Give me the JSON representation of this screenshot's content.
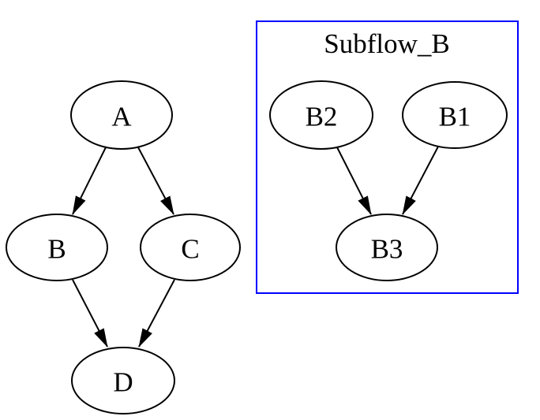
{
  "diagram": {
    "type": "directed-graph",
    "background_color": "#ffffff",
    "node_fill_color": "#ffffff",
    "node_stroke_color": "#000000",
    "edge_color": "#000000",
    "text_color": "#000000",
    "cluster": {
      "label": "Subflow_B",
      "border_color": "#0000ff",
      "members": [
        "B2",
        "B1",
        "B3"
      ]
    },
    "nodes": [
      {
        "id": "A",
        "label": "A",
        "cluster": null
      },
      {
        "id": "B",
        "label": "B",
        "cluster": null
      },
      {
        "id": "C",
        "label": "C",
        "cluster": null
      },
      {
        "id": "D",
        "label": "D",
        "cluster": null
      },
      {
        "id": "B2",
        "label": "B2",
        "cluster": "Subflow_B"
      },
      {
        "id": "B1",
        "label": "B1",
        "cluster": "Subflow_B"
      },
      {
        "id": "B3",
        "label": "B3",
        "cluster": "Subflow_B"
      }
    ],
    "edges": [
      {
        "from": "A",
        "to": "B"
      },
      {
        "from": "A",
        "to": "C"
      },
      {
        "from": "B",
        "to": "D"
      },
      {
        "from": "C",
        "to": "D"
      },
      {
        "from": "B2",
        "to": "B3"
      },
      {
        "from": "B1",
        "to": "B3"
      }
    ]
  }
}
